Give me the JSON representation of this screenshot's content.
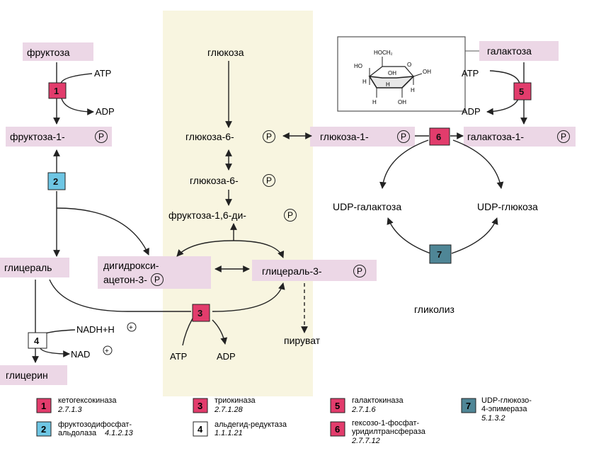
{
  "background_band_color": "#f8f5e0",
  "colors": {
    "metabolite_highlight": "#ecd7e6",
    "enzyme_pink": "#e23c6c",
    "enzyme_cyan": "#6ec6e4",
    "enzyme_teal": "#4f8696",
    "enzyme_white": "#ffffff",
    "line": "#222222"
  },
  "phosphate_symbol": "P",
  "metabolites": {
    "fructose": "фруктоза",
    "fructose_1p": "фруктоза-1-",
    "glucose": "глюкоза",
    "glucose_6p_top": "глюкоза-6-",
    "glucose_6p_mid": "глюкоза-6-",
    "fructose_16dp": "фруктоза-1,6-ди-",
    "glucose_1p": "глюкоза-1-",
    "galactose": "галактоза",
    "galactose_1p": "галактоза-1-",
    "udp_galactose": "UDP-галактоза",
    "udp_glucose": "UDP-глюкоза",
    "glyceral": "глицераль",
    "dhap_line1": "дигидрокси-",
    "dhap_line2": "ацетон-3-",
    "glyceral_3p": "глицераль-3-",
    "glycerol": "глицерин",
    "pyruvate": "пируват",
    "glycolysis": "гликолиз"
  },
  "cofactors": {
    "atp_1": "ATP",
    "adp_1": "ADP",
    "atp_5": "ATP",
    "adp_5": "ADP",
    "atp_3": "ATP",
    "adp_3": "ADP",
    "nadh": "NADH+H",
    "nad": "NAD",
    "plus": "+"
  },
  "enzyme_numbers": {
    "e1": "1",
    "e2": "2",
    "e3": "3",
    "e4": "4",
    "e5": "5",
    "e6": "6",
    "e7": "7"
  },
  "structure_labels": {
    "ch2oh": "HOCH₂",
    "ho_left": "HO",
    "oh_top": "OH",
    "h_1": "H",
    "o_ring": "O",
    "oh_right": "OH",
    "h_2": "H",
    "h_3": "H",
    "oh_bottom": "OH",
    "h_4": "H"
  },
  "legend": [
    {
      "num": "1",
      "color": "pink",
      "name_lines": [
        "кетогексокиназа"
      ],
      "ec": "2.7.1.3"
    },
    {
      "num": "2",
      "color": "cyan",
      "name_lines": [
        "фруктозодифосфат-",
        "альдолаза"
      ],
      "ec": "4.1.2.13"
    },
    {
      "num": "3",
      "color": "pink",
      "name_lines": [
        "триокиназа"
      ],
      "ec": "2.7.1.28"
    },
    {
      "num": "4",
      "color": "white",
      "name_lines": [
        "альдегид-редуктаза"
      ],
      "ec": "1.1.1.21"
    },
    {
      "num": "5",
      "color": "pink",
      "name_lines": [
        "галактокиназа"
      ],
      "ec": "2.7.1.6"
    },
    {
      "num": "6",
      "color": "pink",
      "name_lines": [
        "гексозо-1-фосфат-",
        "уридилтрансфераза"
      ],
      "ec": "2.7.7.12"
    },
    {
      "num": "7",
      "color": "teal",
      "name_lines": [
        "UDP-глюкозо-",
        "4-эпимераза"
      ],
      "ec": "5.1.3.2"
    }
  ]
}
